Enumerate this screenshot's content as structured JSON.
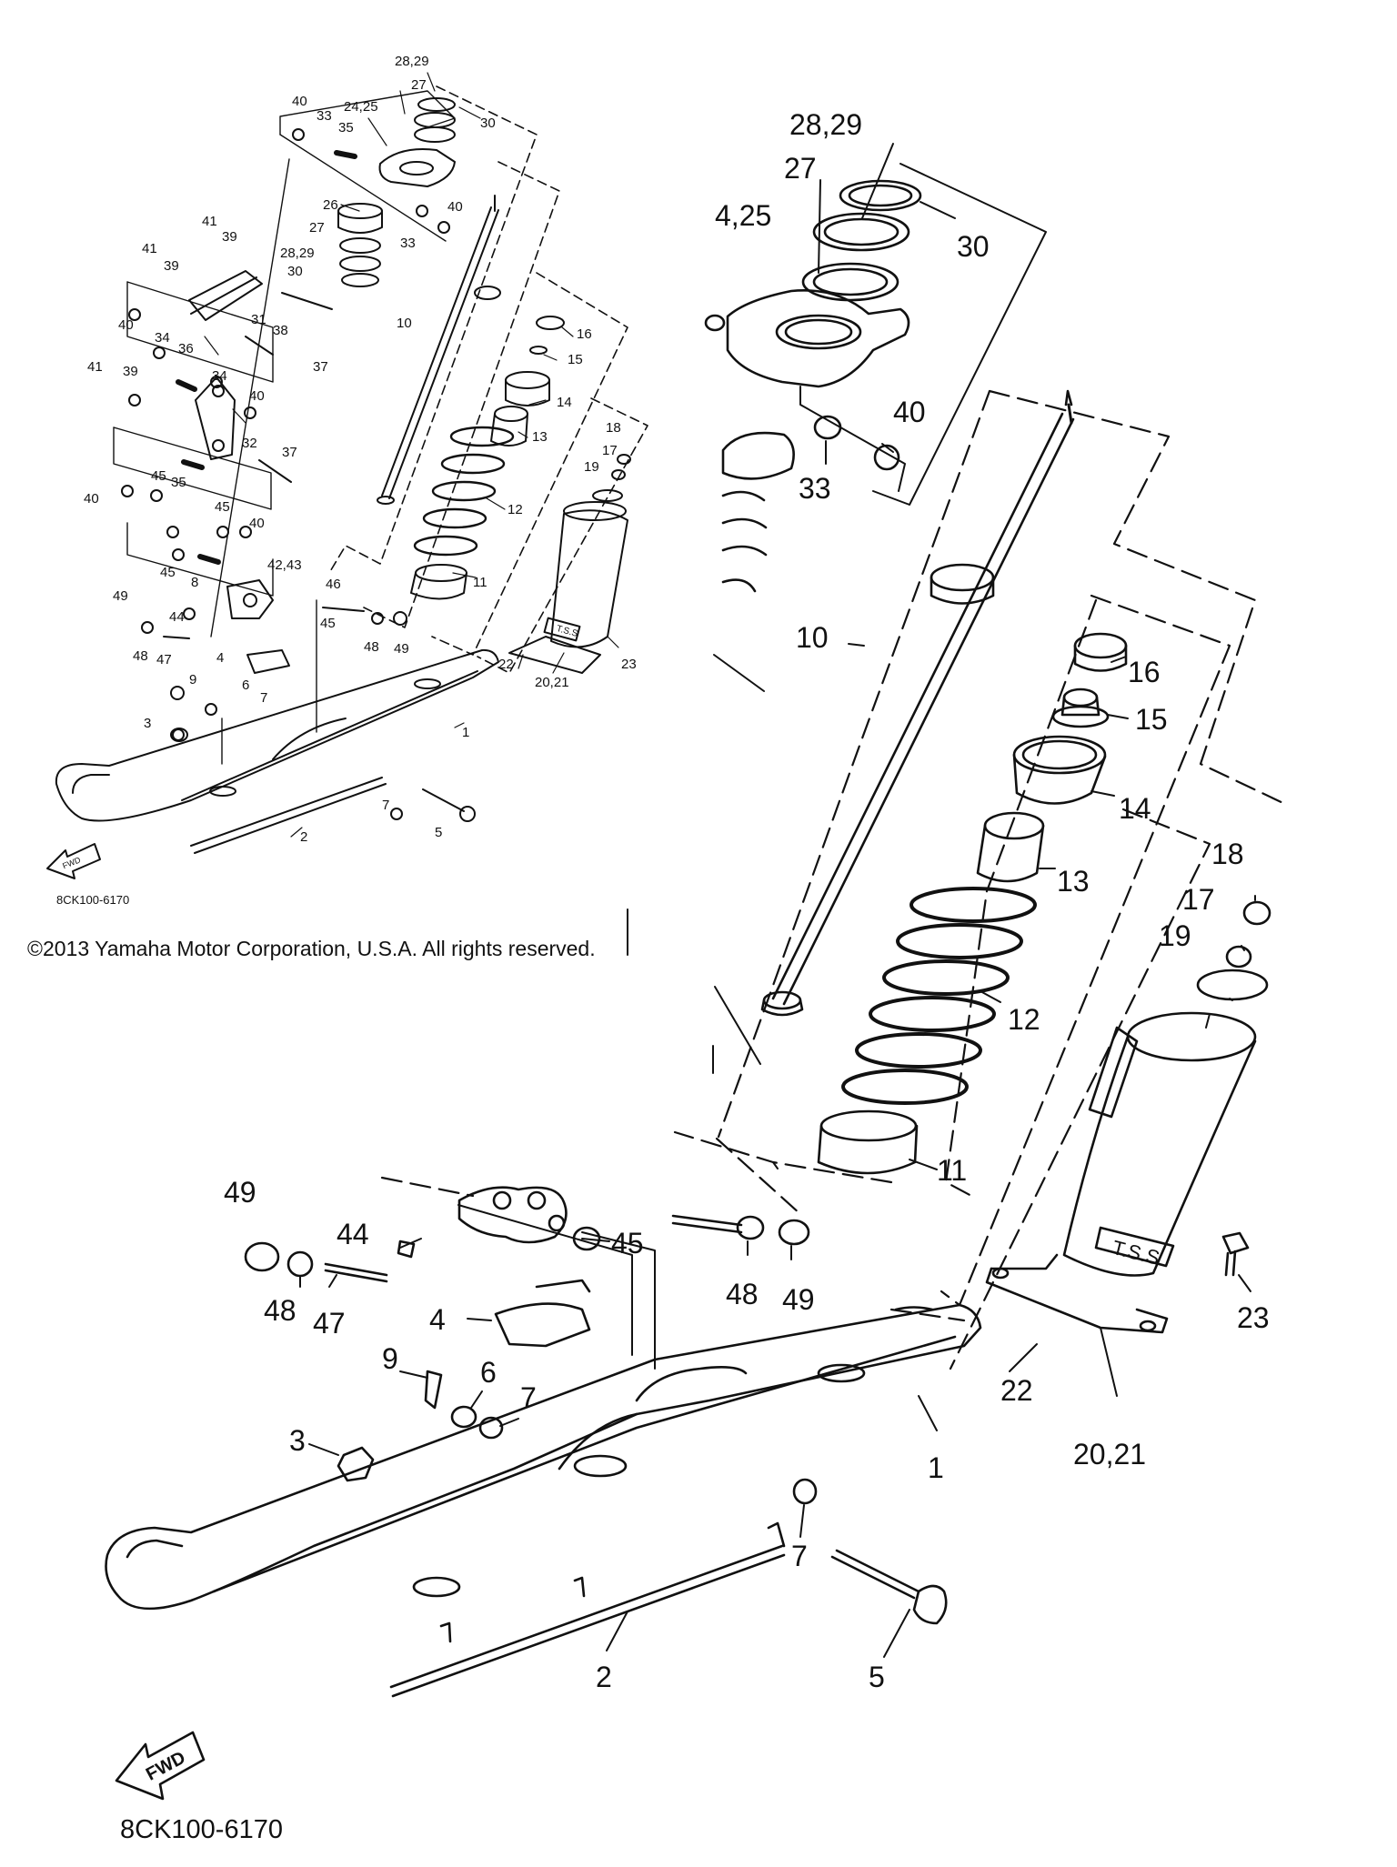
{
  "copyright": "©2013 Yamaha Motor Corporation, U.S.A. All rights reserved.",
  "diagram_code": "8CK100-6170",
  "fwd_label": "FWD",
  "tss_label": "T.S.S",
  "overview_callouts": [
    {
      "id": "ov-1",
      "text": "1"
    },
    {
      "id": "ov-2",
      "text": "2"
    },
    {
      "id": "ov-3",
      "text": "3"
    },
    {
      "id": "ov-4",
      "text": "4"
    },
    {
      "id": "ov-5",
      "text": "5"
    },
    {
      "id": "ov-6",
      "text": "6"
    },
    {
      "id": "ov-7a",
      "text": "7"
    },
    {
      "id": "ov-7b",
      "text": "7"
    },
    {
      "id": "ov-8",
      "text": "8"
    },
    {
      "id": "ov-9",
      "text": "9"
    },
    {
      "id": "ov-10",
      "text": "10"
    },
    {
      "id": "ov-11",
      "text": "11"
    },
    {
      "id": "ov-12",
      "text": "12"
    },
    {
      "id": "ov-13",
      "text": "13"
    },
    {
      "id": "ov-14",
      "text": "14"
    },
    {
      "id": "ov-15",
      "text": "15"
    },
    {
      "id": "ov-16",
      "text": "16"
    },
    {
      "id": "ov-17",
      "text": "17"
    },
    {
      "id": "ov-18",
      "text": "18"
    },
    {
      "id": "ov-19",
      "text": "19"
    },
    {
      "id": "ov-2021",
      "text": "20,21"
    },
    {
      "id": "ov-22",
      "text": "22"
    },
    {
      "id": "ov-23",
      "text": "23"
    },
    {
      "id": "ov-2425",
      "text": "24,25"
    },
    {
      "id": "ov-26",
      "text": "26"
    },
    {
      "id": "ov-27a",
      "text": "27"
    },
    {
      "id": "ov-27b",
      "text": "27"
    },
    {
      "id": "ov-2829a",
      "text": "28,29"
    },
    {
      "id": "ov-2829b",
      "text": "28,29"
    },
    {
      "id": "ov-30a",
      "text": "30"
    },
    {
      "id": "ov-30b",
      "text": "30"
    },
    {
      "id": "ov-31",
      "text": "31"
    },
    {
      "id": "ov-32",
      "text": "32"
    },
    {
      "id": "ov-33a",
      "text": "33"
    },
    {
      "id": "ov-33b",
      "text": "33"
    },
    {
      "id": "ov-34a",
      "text": "34"
    },
    {
      "id": "ov-34b",
      "text": "34"
    },
    {
      "id": "ov-35a",
      "text": "35"
    },
    {
      "id": "ov-35b",
      "text": "35"
    },
    {
      "id": "ov-36",
      "text": "36"
    },
    {
      "id": "ov-37a",
      "text": "37"
    },
    {
      "id": "ov-37b",
      "text": "37"
    },
    {
      "id": "ov-38",
      "text": "38"
    },
    {
      "id": "ov-39a",
      "text": "39"
    },
    {
      "id": "ov-39b",
      "text": "39"
    },
    {
      "id": "ov-39c",
      "text": "39"
    },
    {
      "id": "ov-40a",
      "text": "40"
    },
    {
      "id": "ov-40b",
      "text": "40"
    },
    {
      "id": "ov-40c",
      "text": "40"
    },
    {
      "id": "ov-40d",
      "text": "40"
    },
    {
      "id": "ov-40e",
      "text": "40"
    },
    {
      "id": "ov-40f",
      "text": "40"
    },
    {
      "id": "ov-41a",
      "text": "41"
    },
    {
      "id": "ov-41b",
      "text": "41"
    },
    {
      "id": "ov-41c",
      "text": "41"
    },
    {
      "id": "ov-4243",
      "text": "42,43"
    },
    {
      "id": "ov-44",
      "text": "44"
    },
    {
      "id": "ov-45a",
      "text": "45"
    },
    {
      "id": "ov-45b",
      "text": "45"
    },
    {
      "id": "ov-45c",
      "text": "45"
    },
    {
      "id": "ov-45d",
      "text": "45"
    },
    {
      "id": "ov-46",
      "text": "46"
    },
    {
      "id": "ov-47",
      "text": "47"
    },
    {
      "id": "ov-48a",
      "text": "48"
    },
    {
      "id": "ov-48b",
      "text": "48"
    },
    {
      "id": "ov-49a",
      "text": "49"
    },
    {
      "id": "ov-49b",
      "text": "49"
    }
  ],
  "detail_callouts": [
    {
      "id": "dt-2829",
      "text": "28,29"
    },
    {
      "id": "dt-27",
      "text": "27"
    },
    {
      "id": "dt-30",
      "text": "30"
    },
    {
      "id": "dt-2425",
      "text": "4,25"
    },
    {
      "id": "dt-40",
      "text": "40"
    },
    {
      "id": "dt-33",
      "text": "33"
    },
    {
      "id": "dt-10",
      "text": "10"
    },
    {
      "id": "dt-16",
      "text": "16"
    },
    {
      "id": "dt-15",
      "text": "15"
    },
    {
      "id": "dt-14",
      "text": "14"
    },
    {
      "id": "dt-13",
      "text": "13"
    },
    {
      "id": "dt-12",
      "text": "12"
    },
    {
      "id": "dt-11",
      "text": "11"
    },
    {
      "id": "dt-18",
      "text": "18"
    },
    {
      "id": "dt-17",
      "text": "17"
    },
    {
      "id": "dt-19",
      "text": "19"
    },
    {
      "id": "dt-23",
      "text": "23"
    },
    {
      "id": "dt-22",
      "text": "22"
    },
    {
      "id": "dt-2021",
      "text": "20,21"
    },
    {
      "id": "dt-49",
      "text": "49"
    },
    {
      "id": "dt-44",
      "text": "44"
    },
    {
      "id": "dt-45",
      "text": "45"
    },
    {
      "id": "dt-48a",
      "text": "48"
    },
    {
      "id": "dt-49b",
      "text": "49"
    },
    {
      "id": "dt-48b",
      "text": "48"
    },
    {
      "id": "dt-47",
      "text": "47"
    },
    {
      "id": "dt-4",
      "text": "4"
    },
    {
      "id": "dt-9",
      "text": "9"
    },
    {
      "id": "dt-6",
      "text": "6"
    },
    {
      "id": "dt-7a",
      "text": "7"
    },
    {
      "id": "dt-3",
      "text": "3"
    },
    {
      "id": "dt-1",
      "text": "1"
    },
    {
      "id": "dt-7b",
      "text": "7"
    },
    {
      "id": "dt-2",
      "text": "2"
    },
    {
      "id": "dt-5",
      "text": "5"
    }
  ]
}
